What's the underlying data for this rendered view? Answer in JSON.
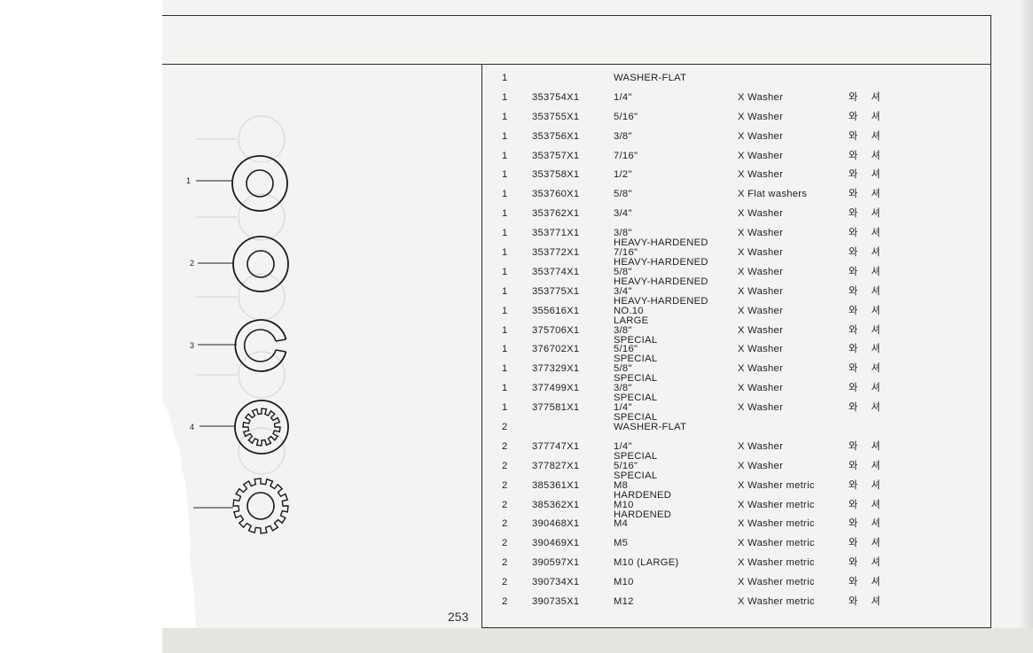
{
  "page_number": "253",
  "callouts": [
    "1",
    "2",
    "3",
    "4"
  ],
  "rows": [
    {
      "qty": "1",
      "part": "",
      "desc": "WASHER-FLAT",
      "desc2": "",
      "eng": "",
      "kor": ""
    },
    {
      "qty": "1",
      "part": "353754X1",
      "desc": "1/4\"",
      "desc2": "",
      "eng": "X Washer",
      "kor": "와 셔"
    },
    {
      "qty": "1",
      "part": "353755X1",
      "desc": "5/16\"",
      "desc2": "",
      "eng": "X Washer",
      "kor": "와 셔"
    },
    {
      "qty": "1",
      "part": "353756X1",
      "desc": "3/8\"",
      "desc2": "",
      "eng": "X Washer",
      "kor": "와 셔"
    },
    {
      "qty": "1",
      "part": "353757X1",
      "desc": "7/16\"",
      "desc2": "",
      "eng": "X Washer",
      "kor": "와 셔"
    },
    {
      "qty": "1",
      "part": "353758X1",
      "desc": "1/2\"",
      "desc2": "",
      "eng": "X Washer",
      "kor": "와 셔"
    },
    {
      "qty": "1",
      "part": "353760X1",
      "desc": "5/8\"",
      "desc2": "",
      "eng": "X Flat washers",
      "kor": "와 셔"
    },
    {
      "qty": "1",
      "part": "353762X1",
      "desc": "3/4\"",
      "desc2": "",
      "eng": "X Washer",
      "kor": "와 셔"
    },
    {
      "qty": "1",
      "part": "353771X1",
      "desc": "3/8\"",
      "desc2": "HEAVY-HARDENED",
      "eng": "X Washer",
      "kor": "와 셔"
    },
    {
      "qty": "1",
      "part": "353772X1",
      "desc": "7/16\"",
      "desc2": "HEAVY-HARDENED",
      "eng": "X Washer",
      "kor": "와 셔"
    },
    {
      "qty": "1",
      "part": "353774X1",
      "desc": "5/8\"",
      "desc2": "HEAVY-HARDENED",
      "eng": "X Washer",
      "kor": "와 셔"
    },
    {
      "qty": "1",
      "part": "353775X1",
      "desc": "3/4\"",
      "desc2": "HEAVY-HARDENED",
      "eng": "X Washer",
      "kor": "와 셔"
    },
    {
      "qty": "1",
      "part": "355616X1",
      "desc": "NO.10",
      "desc2": "LARGE",
      "eng": "X Washer",
      "kor": "와 셔"
    },
    {
      "qty": "1",
      "part": "375706X1",
      "desc": "3/8\"",
      "desc2": "SPECIAL",
      "eng": "X Washer",
      "kor": "와 셔"
    },
    {
      "qty": "1",
      "part": "376702X1",
      "desc": "5/16\"",
      "desc2": "SPECIAL",
      "eng": "X Washer",
      "kor": "와 셔"
    },
    {
      "qty": "1",
      "part": "377329X1",
      "desc": "5/8\"",
      "desc2": "SPECIAL",
      "eng": "X Washer",
      "kor": "와 셔"
    },
    {
      "qty": "1",
      "part": "377499X1",
      "desc": "3/8\"",
      "desc2": "SPECIAL",
      "eng": "X Washer",
      "kor": "와 셔"
    },
    {
      "qty": "1",
      "part": "377581X1",
      "desc": "1/4\"",
      "desc2": "SPECIAL",
      "eng": "X Washer",
      "kor": "와 셔"
    },
    {
      "qty": "2",
      "part": "",
      "desc": "WASHER-FLAT",
      "desc2": "",
      "eng": "",
      "kor": ""
    },
    {
      "qty": "2",
      "part": "377747X1",
      "desc": "1/4\"",
      "desc2": "SPECIAL",
      "eng": "X Washer",
      "kor": "와 셔"
    },
    {
      "qty": "2",
      "part": "377827X1",
      "desc": "5/16\"",
      "desc2": "SPECIAL",
      "eng": "X Washer",
      "kor": "와 셔"
    },
    {
      "qty": "2",
      "part": "385361X1",
      "desc": "M8",
      "desc2": "HARDENED",
      "eng": "X Washer metric",
      "kor": "와 셔"
    },
    {
      "qty": "2",
      "part": "385362X1",
      "desc": "M10",
      "desc2": "HARDENED",
      "eng": "X Washer metric",
      "kor": "와 셔"
    },
    {
      "qty": "2",
      "part": "390468X1",
      "desc": "M4",
      "desc2": "",
      "eng": "X Washer metric",
      "kor": "와 셔"
    },
    {
      "qty": "2",
      "part": "390469X1",
      "desc": "M5",
      "desc2": "",
      "eng": "X Washer metric",
      "kor": "와 셔"
    },
    {
      "qty": "2",
      "part": "390597X1",
      "desc": "M10 (LARGE)",
      "desc2": "",
      "eng": "X Washer metric",
      "kor": "와 셔"
    },
    {
      "qty": "2",
      "part": "390734X1",
      "desc": "M10",
      "desc2": "",
      "eng": "X Washer metric",
      "kor": "와 셔"
    },
    {
      "qty": "2",
      "part": "390735X1",
      "desc": "M12",
      "desc2": "",
      "eng": "X Washer metric",
      "kor": "와 셔"
    }
  ]
}
